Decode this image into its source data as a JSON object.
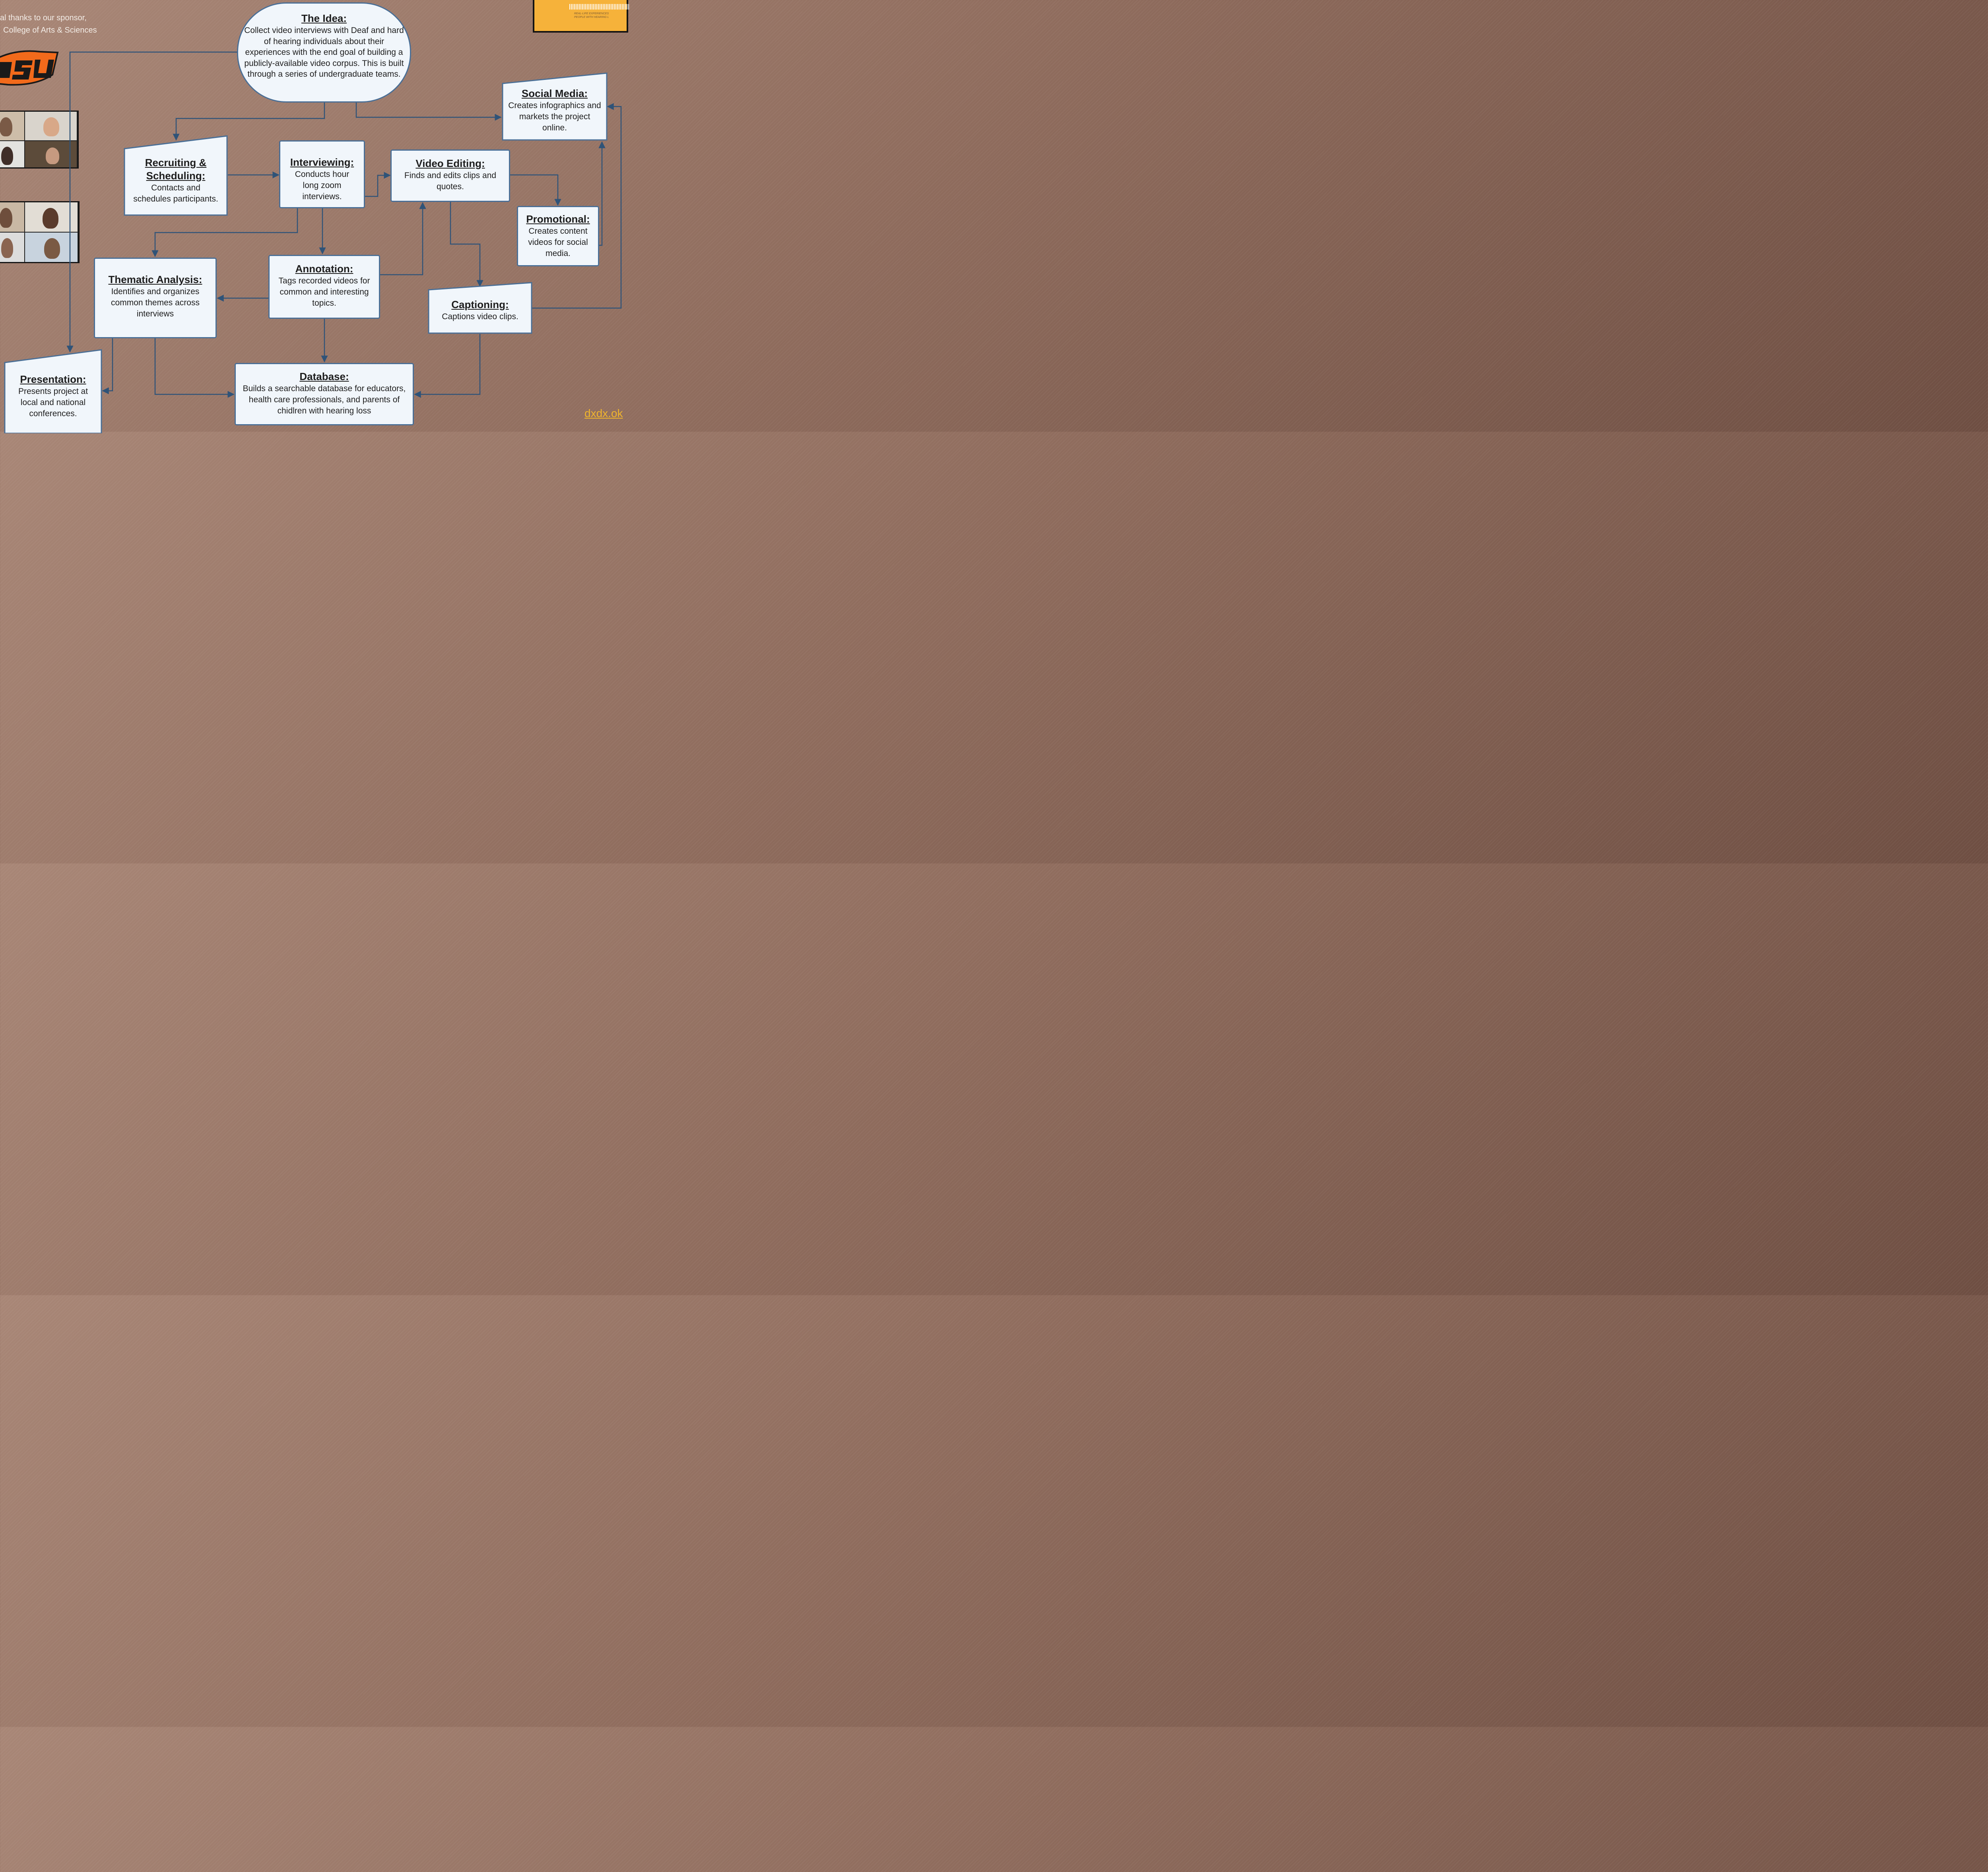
{
  "sponsor": {
    "line1": "al thanks to our sponsor,",
    "line2": "College of Arts & Sciences"
  },
  "logo": {
    "text": "OSU",
    "color": "#f26a1b"
  },
  "banner": {
    "tagline_1": "REAL-LIFE EXPERIENCES",
    "tagline_2": "PEOPLE WITH HEARING L"
  },
  "nodes": {
    "idea": {
      "title": "The Idea:",
      "desc": "Collect video interviews with Deaf and hard of hearing individuals about their experiences with the end goal of building a publicly-available video corpus. This is built through a series of undergraduate teams."
    },
    "recruiting": {
      "title": "Recruiting & Scheduling:",
      "desc": "Contacts and schedules participants."
    },
    "interviewing": {
      "title": "Interviewing:",
      "desc": "Conducts hour long zoom interviews."
    },
    "video_editing": {
      "title": "Video Editing:",
      "desc": "Finds and edits clips and quotes."
    },
    "social_media": {
      "title": "Social Media:",
      "desc": "Creates infographics and markets the project online."
    },
    "promotional": {
      "title": "Promotional:",
      "desc": "Creates content videos for social media."
    },
    "annotation": {
      "title": "Annotation:",
      "desc": "Tags recorded videos for common and interesting topics."
    },
    "thematic": {
      "title": "Thematic Analysis:",
      "desc": "Identifies and organizes common themes across interviews"
    },
    "captioning": {
      "title": "Captioning:",
      "desc": "Captions video clips."
    },
    "database": {
      "title": "Database:",
      "desc": "Builds a searchable database for educators, health care professionals, and parents of chidlren with hearing loss"
    },
    "presentation": {
      "title": "Presentation:",
      "desc": "Presents project at local and national conferences."
    }
  },
  "colors": {
    "node_fill": "#f1f6fb",
    "node_border": "#4a6f96",
    "arrow": "#2f5378",
    "url": "#f0b52c"
  },
  "footer": {
    "url": "dxdx.ok"
  }
}
